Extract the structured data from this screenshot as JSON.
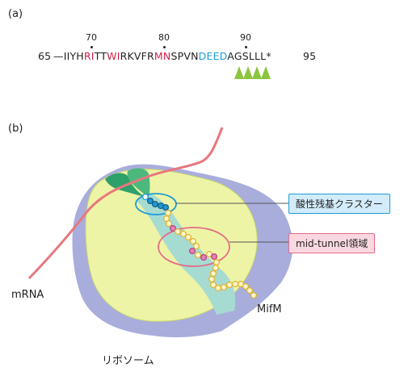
{
  "panel_a": {
    "label": "(a)",
    "start_num": "65",
    "end_num": "95",
    "tick_labels": [
      "70",
      "80",
      "90"
    ],
    "sequence": [
      {
        "text": "—",
        "color": "#222222"
      },
      {
        "text": "IIYH",
        "color": "#222222"
      },
      {
        "text": "RI",
        "color": "#d0234b"
      },
      {
        "text": "TT",
        "color": "#222222"
      },
      {
        "text": "WI",
        "color": "#d0234b"
      },
      {
        "text": "RKVFR",
        "color": "#222222"
      },
      {
        "text": "MN",
        "color": "#d0234b"
      },
      {
        "text": "SPVN",
        "color": "#222222"
      },
      {
        "text": "DEED",
        "color": "#1f9bd7"
      },
      {
        "text": "AGSLLL",
        "color": "#222222"
      },
      {
        "text": "*",
        "color": "#222222"
      }
    ],
    "triangle_color": "#8cc63f"
  },
  "panel_b": {
    "label": "(b)",
    "mrna_label": "mRNA",
    "ribosome_label": "リボソーム",
    "peptide_label": "MifM",
    "box_acidic": "酸性残基クラスター",
    "box_midtunnel": "mid-tunnel領域",
    "colors": {
      "mrna": "#e8777d",
      "large_subunit": "#a9addc",
      "small_subunit": "#eef4a6",
      "tunnel": "#a6dbd2",
      "trna": "#2ea06a",
      "peptide_bead": "#f2c94c",
      "acidic_bead": "#1f9bd7",
      "midtunnel_bead": "#e87fb5",
      "acidic_outline": "#1f9bd7",
      "midtunnel_outline": "#e46a86"
    }
  }
}
